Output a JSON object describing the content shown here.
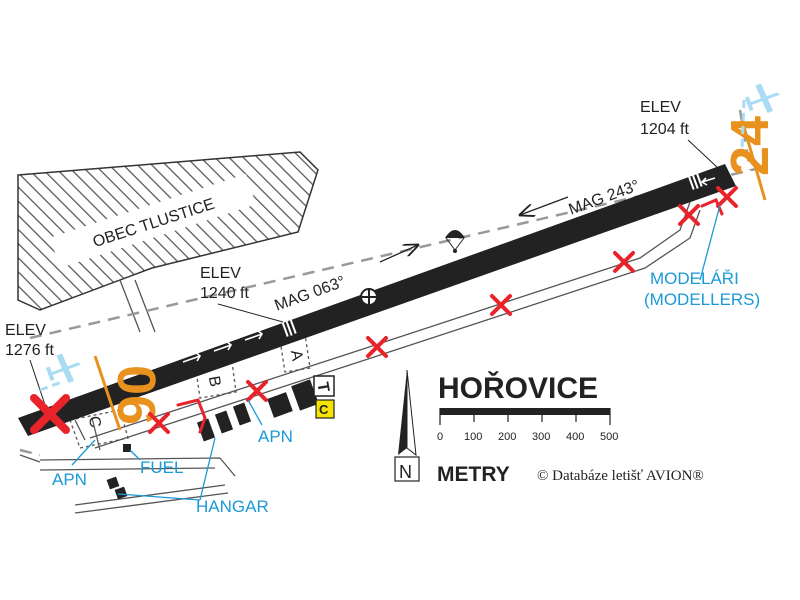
{
  "airport": {
    "name": "HOŘOVICE",
    "village": "OBEC TLUSTICE",
    "copyright": "© Databáze letišť AVION®"
  },
  "runway": {
    "designator_west": "06",
    "designator_east": "24",
    "mag_west": "MAG 063°",
    "mag_east": "MAG 243°"
  },
  "elevations": {
    "west_end_l1": "ELEV",
    "west_end_l2": "1276 ft",
    "threshold_06_l1": "ELEV",
    "threshold_06_l2": "1240 ft",
    "east_end_l1": "ELEV",
    "east_end_l2": "1204 ft"
  },
  "taxiways": {
    "a": "A",
    "b": "B",
    "c": "C"
  },
  "facilities": {
    "apn_left": "APN",
    "apn_mid": "APN",
    "fuel": "FUEL",
    "hangar": "HANGAR",
    "modellers_l1": "MODELÁŘI",
    "modellers_l2": "(MODELLERS)",
    "tower_t": "T",
    "tower_c": "C"
  },
  "scale": {
    "unit": "METRY",
    "ticks": [
      "0",
      "100",
      "200",
      "300",
      "400",
      "500"
    ]
  },
  "compass": {
    "north": "N"
  },
  "colors": {
    "runway": "#222222",
    "closure": "#e8232a",
    "label_blue": "#1a9ad6",
    "designator": "#e8911f",
    "ctaf_yellow": "#f4e400",
    "aircraft": "#a9dcf2"
  }
}
